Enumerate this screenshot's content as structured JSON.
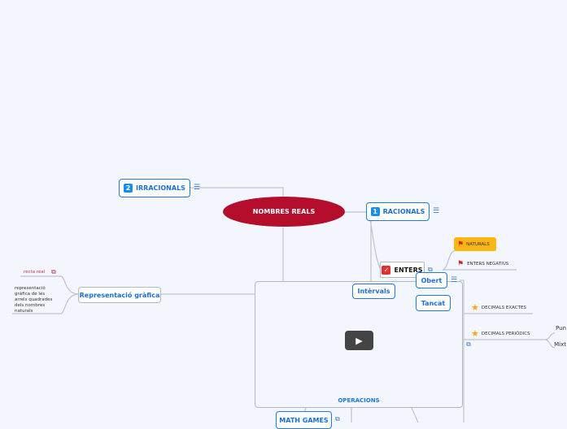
{
  "central": {
    "label": "NOMBRES REALS",
    "color": "#b50e2c"
  },
  "irracionals": {
    "number": "2",
    "label": "IRRACIONALS"
  },
  "racionals": {
    "number": "1",
    "label": "RACIONALS"
  },
  "enters": {
    "label": "ENTERS"
  },
  "naturals": {
    "label": "NATURALS",
    "color": "#fcb614"
  },
  "enters_negatius": {
    "label": "ENTERS NEGATIUS"
  },
  "decimals_exactes": {
    "label": "DECIMALS EXACTES"
  },
  "decimals_periodics": {
    "label": "DECIMALS PERIÒDICS"
  },
  "periodic_children": [
    "Pun",
    "Mixt"
  ],
  "intervals": {
    "label": "Intèrvals"
  },
  "obert": {
    "label": "Obert"
  },
  "tancat": {
    "label": "Tancat"
  },
  "representacio": {
    "label": "Representació gràfica",
    "children": [
      "recta real",
      "representació gràfica de les arrels quadrades dels nombres naturals"
    ]
  },
  "operacions": {
    "label": "OPERACIONS"
  },
  "math_games": {
    "label": "MATH GAMES"
  }
}
